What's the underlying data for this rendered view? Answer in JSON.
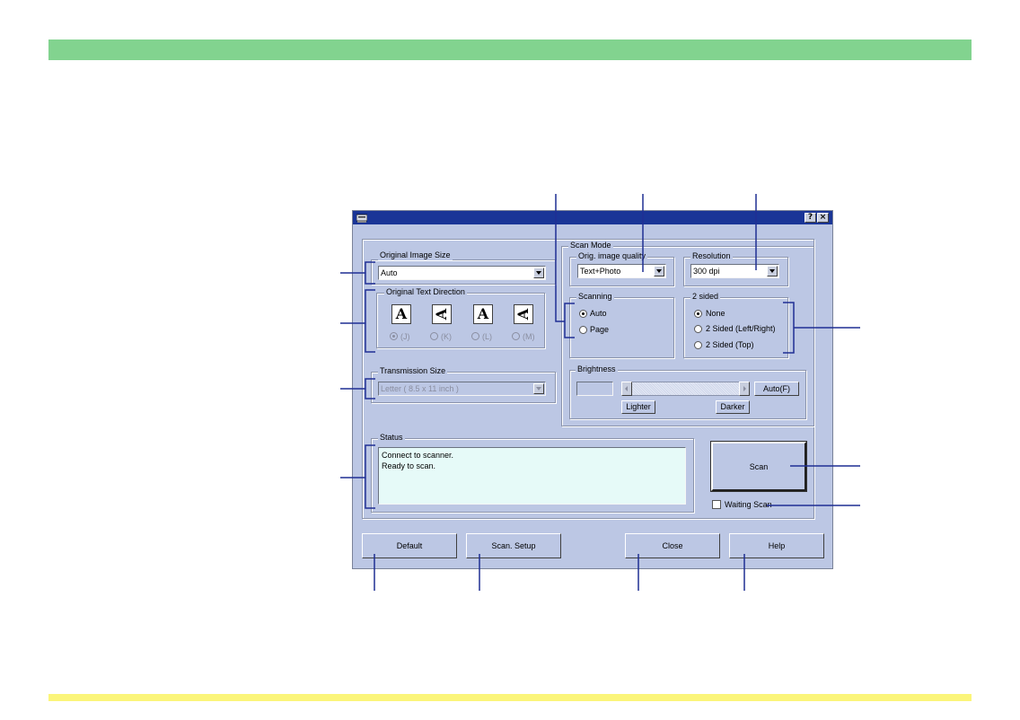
{
  "colors": {
    "top_band": "#82d38f",
    "bottom_band": "#fbf57a",
    "dialog_bg": "#bcc7e4",
    "title_bar": "#1a3597",
    "callout_line": "#1f2f93",
    "status_bg": "#e6faf8"
  },
  "titlebar": {
    "help_icon": "?",
    "close_icon": "×",
    "app_icon": "scanner-icon"
  },
  "original_image_size": {
    "label": "Original Image Size",
    "value": "Auto"
  },
  "original_text_direction": {
    "label": "Original Text Direction",
    "options": [
      {
        "label": "(J)",
        "selected": true
      },
      {
        "label": "(K)",
        "selected": false
      },
      {
        "label": "(L)",
        "selected": false
      },
      {
        "label": "(M)",
        "selected": false
      }
    ]
  },
  "transmission_size": {
    "label": "Transmission Size",
    "value": "Letter ( 8.5 x 11 inch )"
  },
  "scan_mode": {
    "label": "Scan Mode",
    "orig_image_quality": {
      "label": "Orig. image quality",
      "value": "Text+Photo"
    },
    "resolution": {
      "label": "Resolution",
      "value": "300 dpi"
    },
    "scanning": {
      "label": "Scanning",
      "options": [
        {
          "label": "Auto",
          "selected": true
        },
        {
          "label": "Page",
          "selected": false
        }
      ]
    },
    "two_sided": {
      "label": "2 sided",
      "options": [
        {
          "label": "None",
          "selected": true
        },
        {
          "label": "2 Sided (Left/Right)",
          "selected": false
        },
        {
          "label": "2 Sided (Top)",
          "selected": false
        }
      ]
    },
    "brightness": {
      "label": "Brightness",
      "lighter": "Lighter",
      "darker": "Darker",
      "auto_label": "Auto(F)"
    }
  },
  "status": {
    "label": "Status",
    "lines": [
      "Connect to scanner.",
      "Ready to scan."
    ]
  },
  "scan_button": "Scan",
  "waiting_scan": {
    "label": "Waiting Scan",
    "checked": false
  },
  "footer_buttons": {
    "default": "Default",
    "scan_setup": "Scan. Setup",
    "close": "Close",
    "help": "Help"
  }
}
